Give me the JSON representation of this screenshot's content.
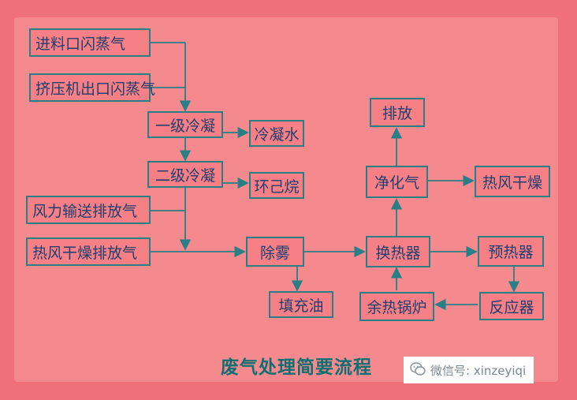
{
  "colors": {
    "background": "#f0707a",
    "panel": "#f58a8e",
    "box_fill": "#f77f86",
    "line": "#2a7f86",
    "text": "#1f3f6e",
    "title": "#0e6f73"
  },
  "nodes": {
    "feed_vapor": "进料口闪蒸气",
    "extruder_vapor": "挤压机出口闪蒸气",
    "cond1": "一级冷凝",
    "cond_water": "冷凝水",
    "cond2": "二级冷凝",
    "cyclohexane": "环己烷",
    "wind_exhaust": "风力输送排放气",
    "dry_exhaust": "热风干燥排放气",
    "demist": "除雾",
    "oil_fill": "填充油",
    "heat_exchanger": "换热器",
    "purified_gas": "净化气",
    "discharge": "排放",
    "hot_air_dry": "热风干燥",
    "preheater": "预热器",
    "reactor": "反应器",
    "waste_boiler": "余热锅炉"
  },
  "title": "废气处理简要流程",
  "watermark": {
    "text": "微信号: xinzeyiqi",
    "icon": "wechat-icon"
  }
}
